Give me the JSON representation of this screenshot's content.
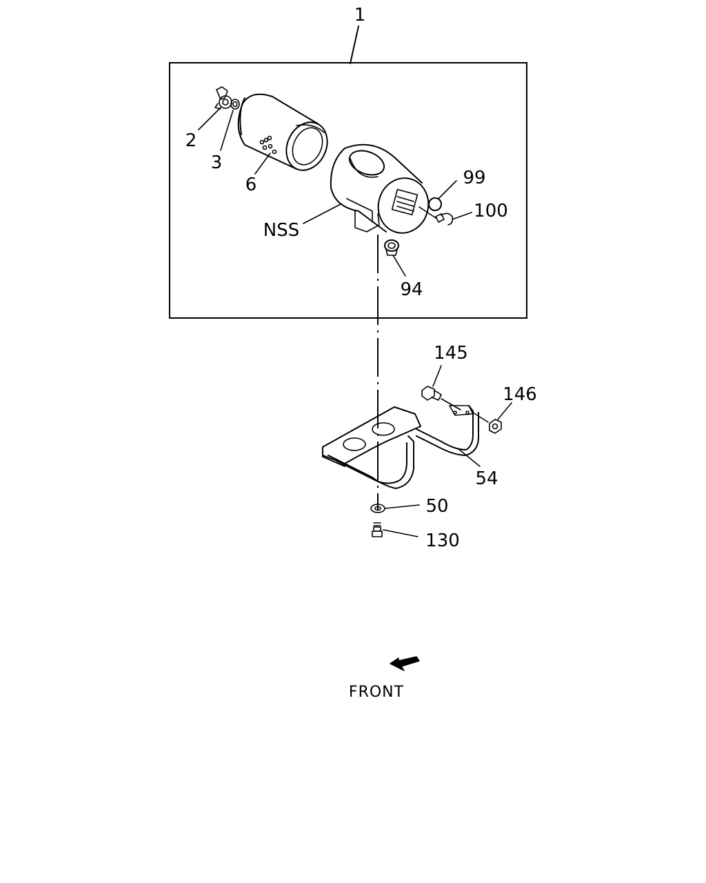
{
  "callouts": {
    "assembly": "1",
    "wing_nut": "2",
    "washer": "3",
    "filter_element": "6",
    "housing": "NSS",
    "cap": "99",
    "clamp": "100",
    "grommet": "94",
    "bolt_145": "145",
    "nut_146": "146",
    "bracket": "54",
    "washer_50": "50",
    "bolt_130": "130"
  },
  "front_label": "FRONT",
  "icons": {
    "front_arrow": "front-arrow-icon"
  }
}
